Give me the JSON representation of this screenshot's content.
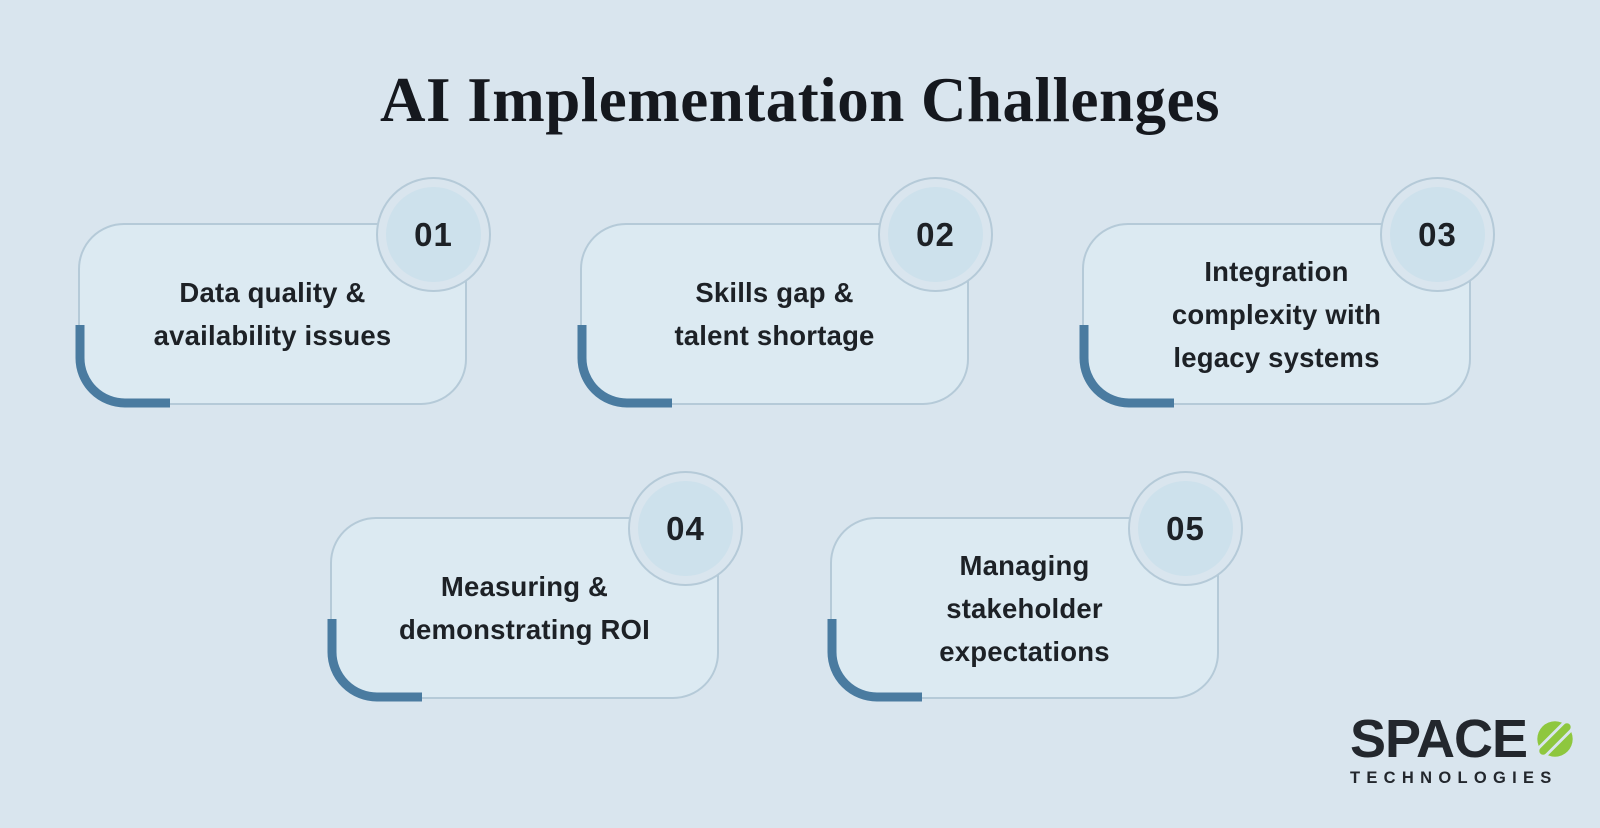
{
  "title": "AI Implementation Challenges",
  "cards": [
    {
      "number": "01",
      "title": "Data quality &\navailability issues"
    },
    {
      "number": "02",
      "title": "Skills gap &\ntalent shortage"
    },
    {
      "number": "03",
      "title": "Integration\ncomplexity with\nlegacy systems"
    },
    {
      "number": "04",
      "title": "Measuring &\ndemonstrating ROI"
    },
    {
      "number": "05",
      "title": "Managing\nstakeholder\nexpectations"
    }
  ],
  "logo": {
    "name": "SPACE",
    "symbol_icon": "slashed-circle-icon",
    "subtext": "TECHNOLOGIES"
  },
  "colors": {
    "bg": "#d9e5ee",
    "card-fill": "#dceaf2",
    "card-border": "#b5cad8",
    "badge-fill": "#cde1ec",
    "accent": "#4a7ba0",
    "ink": "#15181e",
    "card-ink": "#1d2126",
    "logo-ink": "#23272d",
    "logo-green": "#8ec73e"
  }
}
